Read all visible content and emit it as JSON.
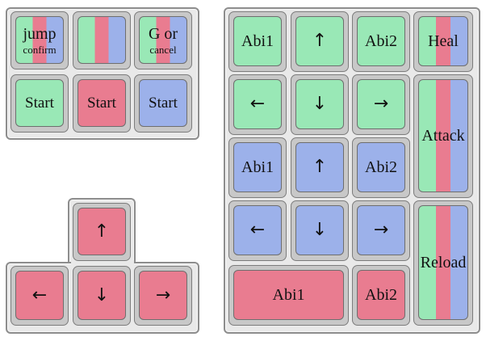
{
  "colors": {
    "player1": "#99e8b6",
    "player2": "#e97c90",
    "player3": "#9cb1ea",
    "panel": "#e9e9e9",
    "key_frame": "#c8c8c8"
  },
  "shared": {
    "jump_line1": "jump",
    "jump_line2": "confirm",
    "g_line1": "G or",
    "g_line2": "cancel",
    "start_green": "Start",
    "start_red": "Start",
    "start_blue": "Start"
  },
  "arrows_cluster": {
    "up": "↑",
    "left": "←",
    "down": "↓",
    "right": "→"
  },
  "numpad": {
    "abi1_green": "Abi1",
    "up_green": "↑",
    "abi2_green": "Abi2",
    "heal": "Heal",
    "left_green": "←",
    "down_green": "↓",
    "right_green": "→",
    "attack": "Attack",
    "abi1_blue": "Abi1",
    "up_blue": "↑",
    "abi2_blue": "Abi2",
    "left_blue": "←",
    "down_blue": "↓",
    "right_blue": "→",
    "reload": "Reload",
    "abi1_red": "Abi1",
    "abi2_red": "Abi2"
  }
}
